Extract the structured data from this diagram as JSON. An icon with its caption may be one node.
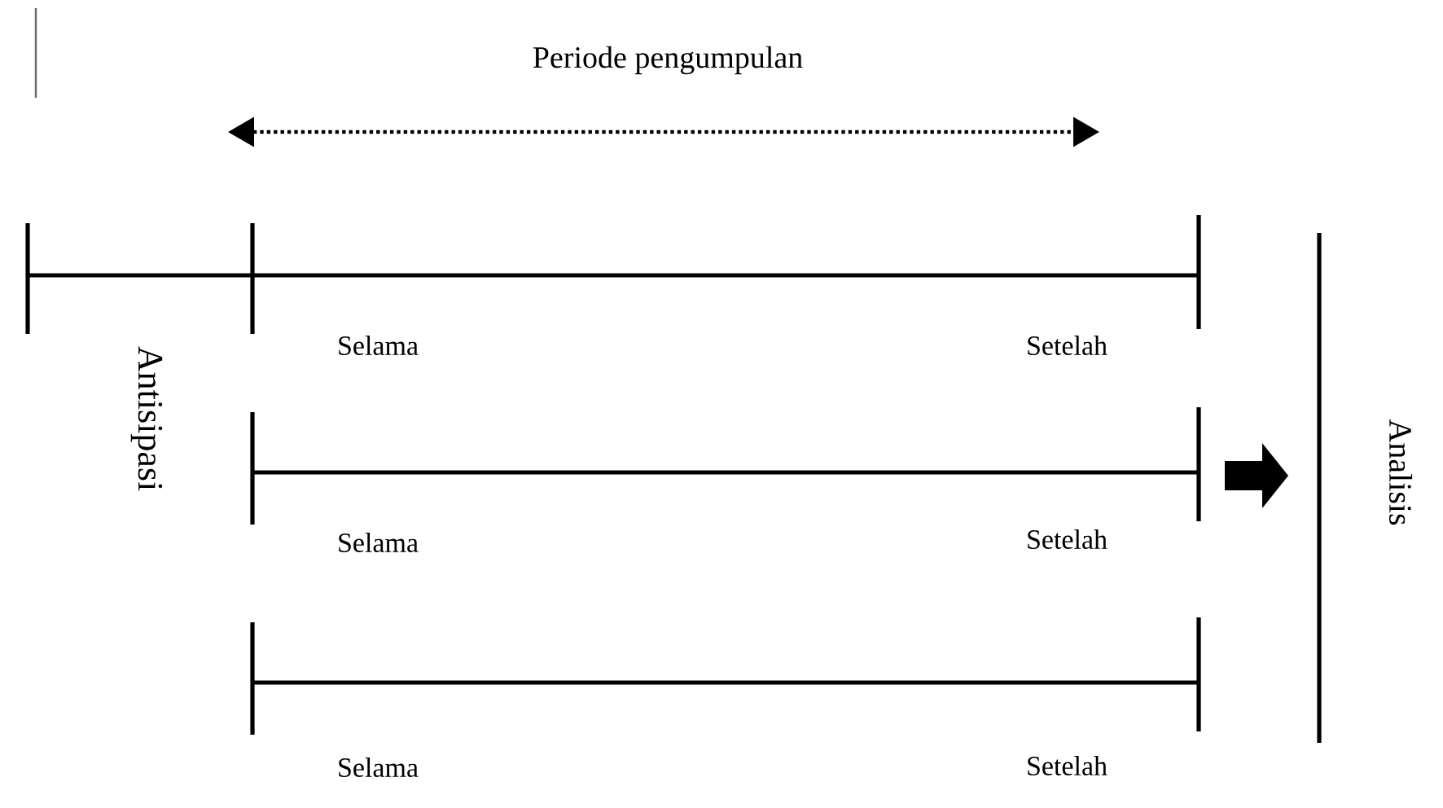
{
  "diagram": {
    "labels": [
      "Periode pengumpulan",
      "Antisipasi",
      "Selama",
      "Setelah",
      "Selama",
      "Setelah",
      "Selama",
      "Setelah",
      "Analisis"
    ]
  }
}
